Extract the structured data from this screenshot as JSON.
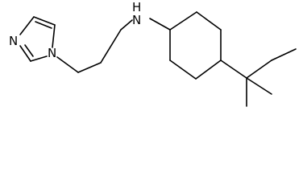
{
  "molecule": {
    "atoms": {
      "imidazole_n1": "N",
      "imidazole_n3": "N",
      "amine_n": "N",
      "amine_h": "H"
    },
    "colors": {
      "bond": "#000000",
      "text": "#000000",
      "background": "#ffffff"
    }
  }
}
